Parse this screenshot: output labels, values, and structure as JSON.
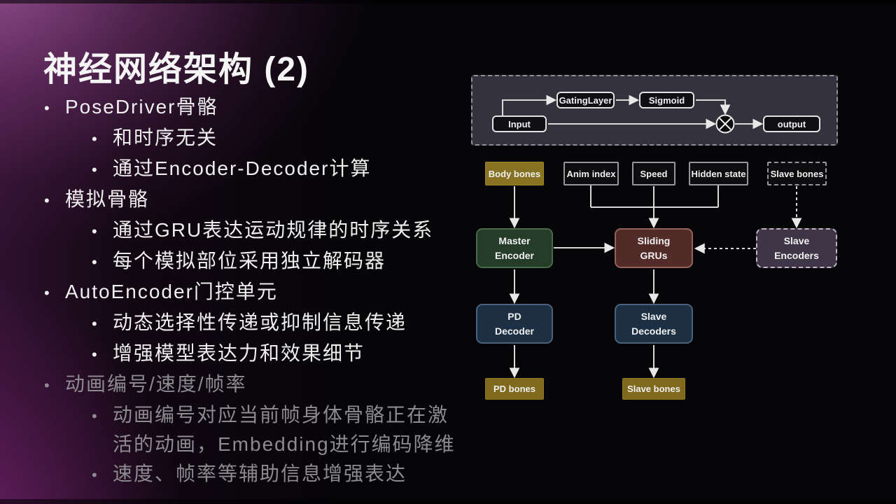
{
  "slide": {
    "title": "神经网络架构 (2)",
    "bullets": [
      {
        "level": 1,
        "muted": false,
        "text": "PoseDriver骨骼"
      },
      {
        "level": 2,
        "muted": false,
        "text": "和时序无关"
      },
      {
        "level": 2,
        "muted": false,
        "text": "通过Encoder-Decoder计算"
      },
      {
        "level": 1,
        "muted": false,
        "text": "模拟骨骼"
      },
      {
        "level": 2,
        "muted": false,
        "text": "通过GRU表达运动规律的时序关系"
      },
      {
        "level": 2,
        "muted": false,
        "text": "每个模拟部位采用独立解码器"
      },
      {
        "level": 1,
        "muted": false,
        "text": "AutoEncoder门控单元"
      },
      {
        "level": 2,
        "muted": false,
        "text": "动态选择性传递或抑制信息传递"
      },
      {
        "level": 2,
        "muted": false,
        "text": "增强模型表达力和效果细节"
      },
      {
        "level": 1,
        "muted": true,
        "text": "动画编号/速度/帧率"
      },
      {
        "level": 2,
        "muted": true,
        "text": "动画编号对应当前帧身体骨骼正在激活的动画，Embedding进行编码降维"
      },
      {
        "level": 2,
        "muted": true,
        "text": "速度、帧率等辅助信息增强表达"
      }
    ]
  },
  "diagram": {
    "gate_module": {
      "input": "Input",
      "gating_layer": "GatingLayer",
      "sigmoid": "Sigmoid",
      "multiply_symbol": "⊗",
      "output": "output"
    },
    "input_nodes": {
      "body_bones": "Body bones",
      "anim_index": "Anim index",
      "speed": "Speed",
      "hidden_state": "Hidden state",
      "slave_bones": "Slave bones"
    },
    "encoder_nodes": {
      "master_encoder": "Master\nEncoder",
      "sliding_grus": "Sliding\nGRUs",
      "slave_encoders": "Slave\nEncoders"
    },
    "decoder_nodes": {
      "pd_decoder": "PD\nDecoder",
      "slave_decoders": "Slave\nDecoders"
    },
    "output_nodes": {
      "pd_bones": "PD bones",
      "slave_bones": "Slave bones"
    },
    "colors": {
      "background_accent_purple": "#8d4e8a",
      "bones_yellow": "#877122",
      "master_encoder_green": "#253c28",
      "sliding_gru_red": "#522b28",
      "slave_encoder_purple": "#3e3647",
      "decoder_blue": "#1d2f42",
      "gate_frame_gray": "#34333d",
      "text_white": "#f0f0f0",
      "text_muted": "#8d8a90"
    }
  }
}
